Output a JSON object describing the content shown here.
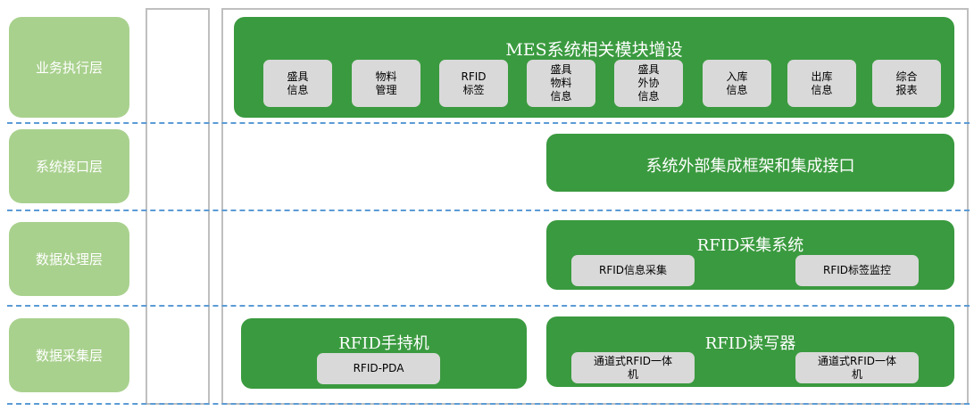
{
  "layers": {
    "business_execution": "业务执行层",
    "system_interface": "系统接口层",
    "data_processing": "数据处理层",
    "data_collection": "数据采集层"
  },
  "mes": {
    "title": "MES系统相关模块增设",
    "modules": [
      {
        "line1": "盛具",
        "line2": "信息",
        "line3": ""
      },
      {
        "line1": "物料",
        "line2": "管理",
        "line3": ""
      },
      {
        "line1": "RFID",
        "line2": "标签",
        "line3": ""
      },
      {
        "line1": "盛具",
        "line2": "物料",
        "line3": "信息"
      },
      {
        "line1": "盛具",
        "line2": "外协",
        "line3": "信息"
      },
      {
        "line1": "入库",
        "line2": "信息",
        "line3": ""
      },
      {
        "line1": "出库",
        "line2": "信息",
        "line3": ""
      },
      {
        "line1": "综合",
        "line2": "报表",
        "line3": ""
      }
    ]
  },
  "interface": {
    "title": "系统外部集成框架和集成接口"
  },
  "rfid_collect": {
    "title": "RFID采集系统",
    "items": [
      "RFID信息采集",
      "RFID标签监控"
    ]
  },
  "rfid_handheld": {
    "title": "RFID手持机",
    "item": "RFID-PDA"
  },
  "rfid_reader": {
    "title": "RFID读写器",
    "items": [
      {
        "line1": "通道式RFID一体",
        "line2": "机"
      },
      {
        "line1": "通道式RFID一体",
        "line2": "机"
      }
    ]
  }
}
